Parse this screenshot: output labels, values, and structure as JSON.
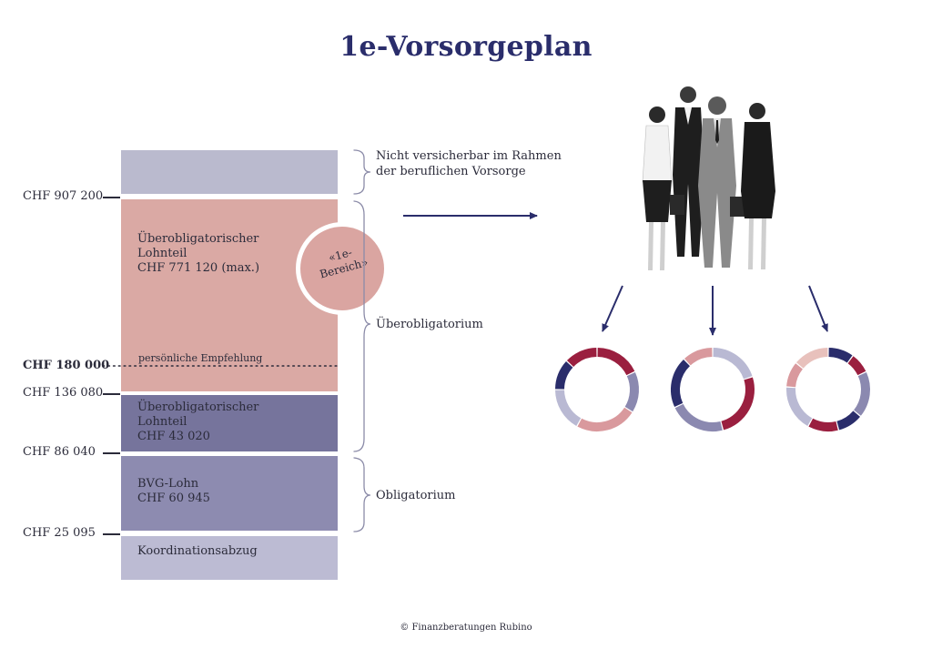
{
  "title": "1e-Vorsorgeplan",
  "blocks": {
    "top": {
      "color": "#babace"
    },
    "uebero_1e": {
      "lines": [
        "Überobligatorischer",
        "Lohnteil",
        "CHF 771 120 (max.)"
      ],
      "color": "#daa9a4"
    },
    "uebero_2": {
      "lines": [
        "Überobligatorischer",
        "Lohnteil",
        "CHF 43 020"
      ],
      "color": "#76749c"
    },
    "bvg": {
      "lines": [
        "BVG-Lohn",
        "CHF 60 945"
      ],
      "color": "#8d8bb0"
    },
    "koordination": {
      "label": "Koordinationsabzug",
      "color": "#bcbbd3"
    }
  },
  "y_labels": [
    "CHF 907 200",
    "CHF 180 000",
    "CHF 136 080",
    "CHF 86 040",
    "CHF 25 095"
  ],
  "recommendation_label": "persönliche Empfehlung",
  "badge": {
    "line1": "«1e-",
    "line2": "Bereich»"
  },
  "braces": {
    "nicht": [
      "Nicht versicherbar im Rahmen",
      "der beruflichen Vorsorge"
    ],
    "ueberobligatorium": "Überobligatorium",
    "obligatorium": "Obligatorium"
  },
  "footer": "© Finanzberatungen Rubino",
  "colors": {
    "title": "#2a2d6b",
    "navy": "#2a2d6b",
    "crimson": "#9a1f3f",
    "rose": "#d9999d",
    "lavender": "#b9b9d3",
    "slate": "#8b89b0",
    "blush": "#e8c1bc"
  },
  "donuts": [
    {
      "segments": [
        {
          "value": 18,
          "color": "#9a1f3f"
        },
        {
          "value": 16,
          "color": "#8b89b0"
        },
        {
          "value": 24,
          "color": "#d9999d"
        },
        {
          "value": 17,
          "color": "#b9b9d3"
        },
        {
          "value": 12,
          "color": "#2a2d6b"
        },
        {
          "value": 13,
          "color": "#9a1f3f"
        }
      ]
    },
    {
      "segments": [
        {
          "value": 20,
          "color": "#b9b9d3"
        },
        {
          "value": 26,
          "color": "#9a1f3f"
        },
        {
          "value": 22,
          "color": "#8b89b0"
        },
        {
          "value": 20,
          "color": "#2a2d6b"
        },
        {
          "value": 12,
          "color": "#d9999d"
        }
      ]
    },
    {
      "segments": [
        {
          "value": 10,
          "color": "#2a2d6b"
        },
        {
          "value": 8,
          "color": "#9a1f3f"
        },
        {
          "value": 18,
          "color": "#8b89b0"
        },
        {
          "value": 10,
          "color": "#2a2d6b"
        },
        {
          "value": 12,
          "color": "#9a1f3f"
        },
        {
          "value": 18,
          "color": "#b9b9d3"
        },
        {
          "value": 10,
          "color": "#d9999d"
        },
        {
          "value": 14,
          "color": "#e8c1bc"
        }
      ]
    }
  ]
}
